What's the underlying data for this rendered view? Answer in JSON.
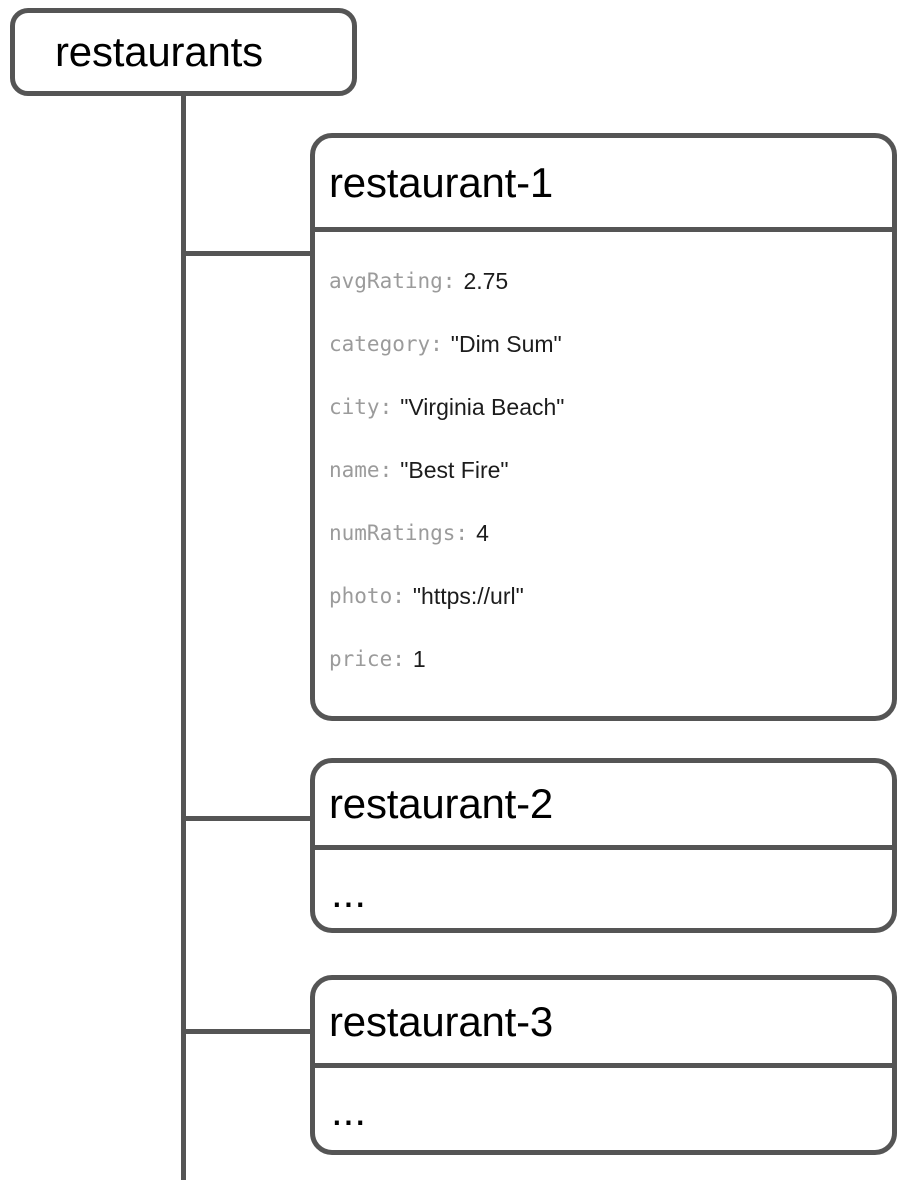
{
  "diagram": {
    "type": "firestore-collection-tree",
    "root": {
      "label": "restaurants",
      "kind": "collection"
    },
    "documents": [
      {
        "id": "restaurant-1",
        "title": "restaurant-1",
        "expanded": true,
        "fields": [
          {
            "key": "avgRating:",
            "value": "2.75"
          },
          {
            "key": "category:",
            "value": "\"Dim Sum\""
          },
          {
            "key": "city:",
            "value": "\"Virginia Beach\""
          },
          {
            "key": "name:",
            "value": "\"Best Fire\""
          },
          {
            "key": "numRatings:",
            "value": "4"
          },
          {
            "key": "photo:",
            "value": "\"https://url\""
          },
          {
            "key": "price:",
            "value": "1"
          }
        ]
      },
      {
        "id": "restaurant-2",
        "title": "restaurant-2",
        "expanded": false,
        "placeholder": "..."
      },
      {
        "id": "restaurant-3",
        "title": "restaurant-3",
        "expanded": false,
        "placeholder": "..."
      }
    ],
    "colors": {
      "stroke": "#555555",
      "background": "#ffffff",
      "key_text": "#9b9b9b",
      "value_text": "#1c1c1c",
      "title_text": "#000000"
    }
  }
}
